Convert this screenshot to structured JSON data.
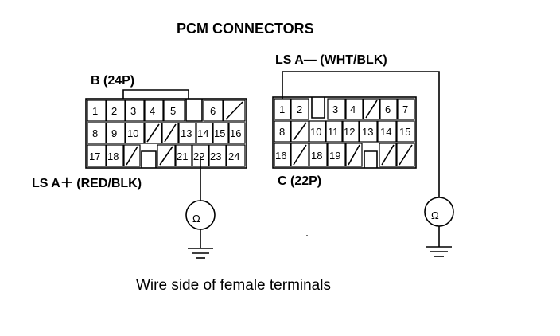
{
  "title": "PCM CONNECTORS",
  "caption": "Wire side of female terminals",
  "connector_b": {
    "name": "B (24P)",
    "probe_label": "LS A＋ (RED/BLK)",
    "rows": [
      [
        "1",
        "2",
        "3",
        "4",
        "5",
        "",
        "6",
        "/"
      ],
      [
        "8",
        "9",
        "10",
        "/",
        "/",
        "13",
        "14",
        "15",
        "16"
      ],
      [
        "17",
        "18",
        "/",
        "",
        "/",
        "21",
        "22",
        "23",
        "24"
      ]
    ]
  },
  "connector_c": {
    "name": "C (22P)",
    "probe_label": "LS A— (WHT/BLK)",
    "rows": [
      [
        "1",
        "2",
        "",
        "3",
        "4",
        "/",
        "6",
        "7"
      ],
      [
        "8",
        "/",
        "10",
        "11",
        "12",
        "13",
        "14",
        "15"
      ],
      [
        "16",
        "/",
        "18",
        "19",
        "/",
        "",
        "/",
        "/",
        "/"
      ]
    ]
  },
  "meter_symbol": "Ω"
}
